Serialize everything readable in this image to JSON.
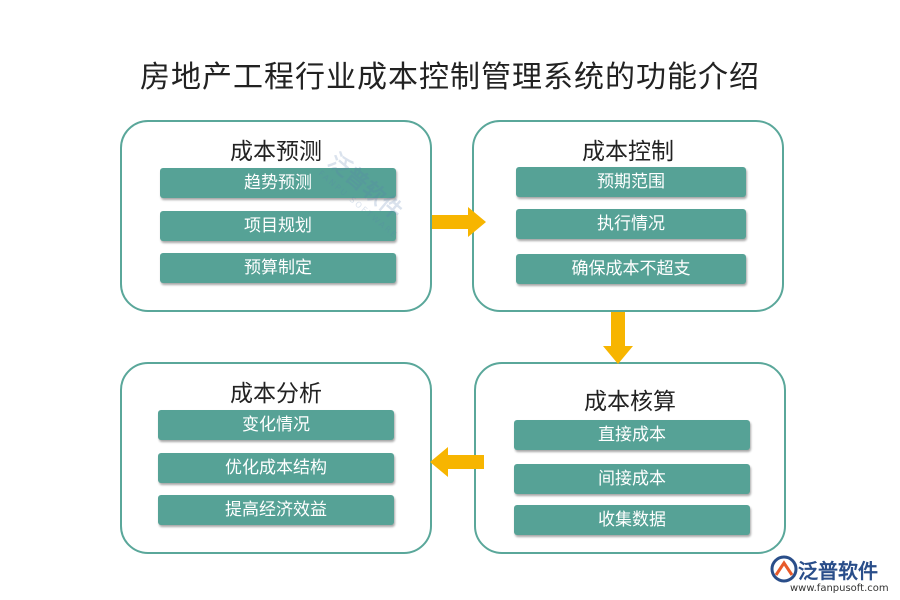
{
  "title": "房地产工程行业成本控制管理系统的功能介绍",
  "boxes": {
    "forecast": {
      "title": "成本预测",
      "items": [
        "趋势预测",
        "项目规划",
        "预算制定"
      ]
    },
    "control": {
      "title": "成本控制",
      "items": [
        "预期范围",
        "执行情况",
        "确保成本不超支"
      ]
    },
    "accounting": {
      "title": "成本核算",
      "items": [
        "直接成本",
        "间接成本",
        "收集数据"
      ]
    },
    "analysis": {
      "title": "成本分析",
      "items": [
        "变化情况",
        "优化成本结构",
        "提高经济效益"
      ]
    }
  },
  "watermark": {
    "text": "泛普软件",
    "subtext": "FANPU SOFTWARE"
  },
  "logo": {
    "name": "泛普软件",
    "url": "www.fanpusoft.com"
  },
  "colors": {
    "border": "#5aa79a",
    "item_fill": "#56a296",
    "arrow": "#f7b500",
    "text": "#222222"
  }
}
